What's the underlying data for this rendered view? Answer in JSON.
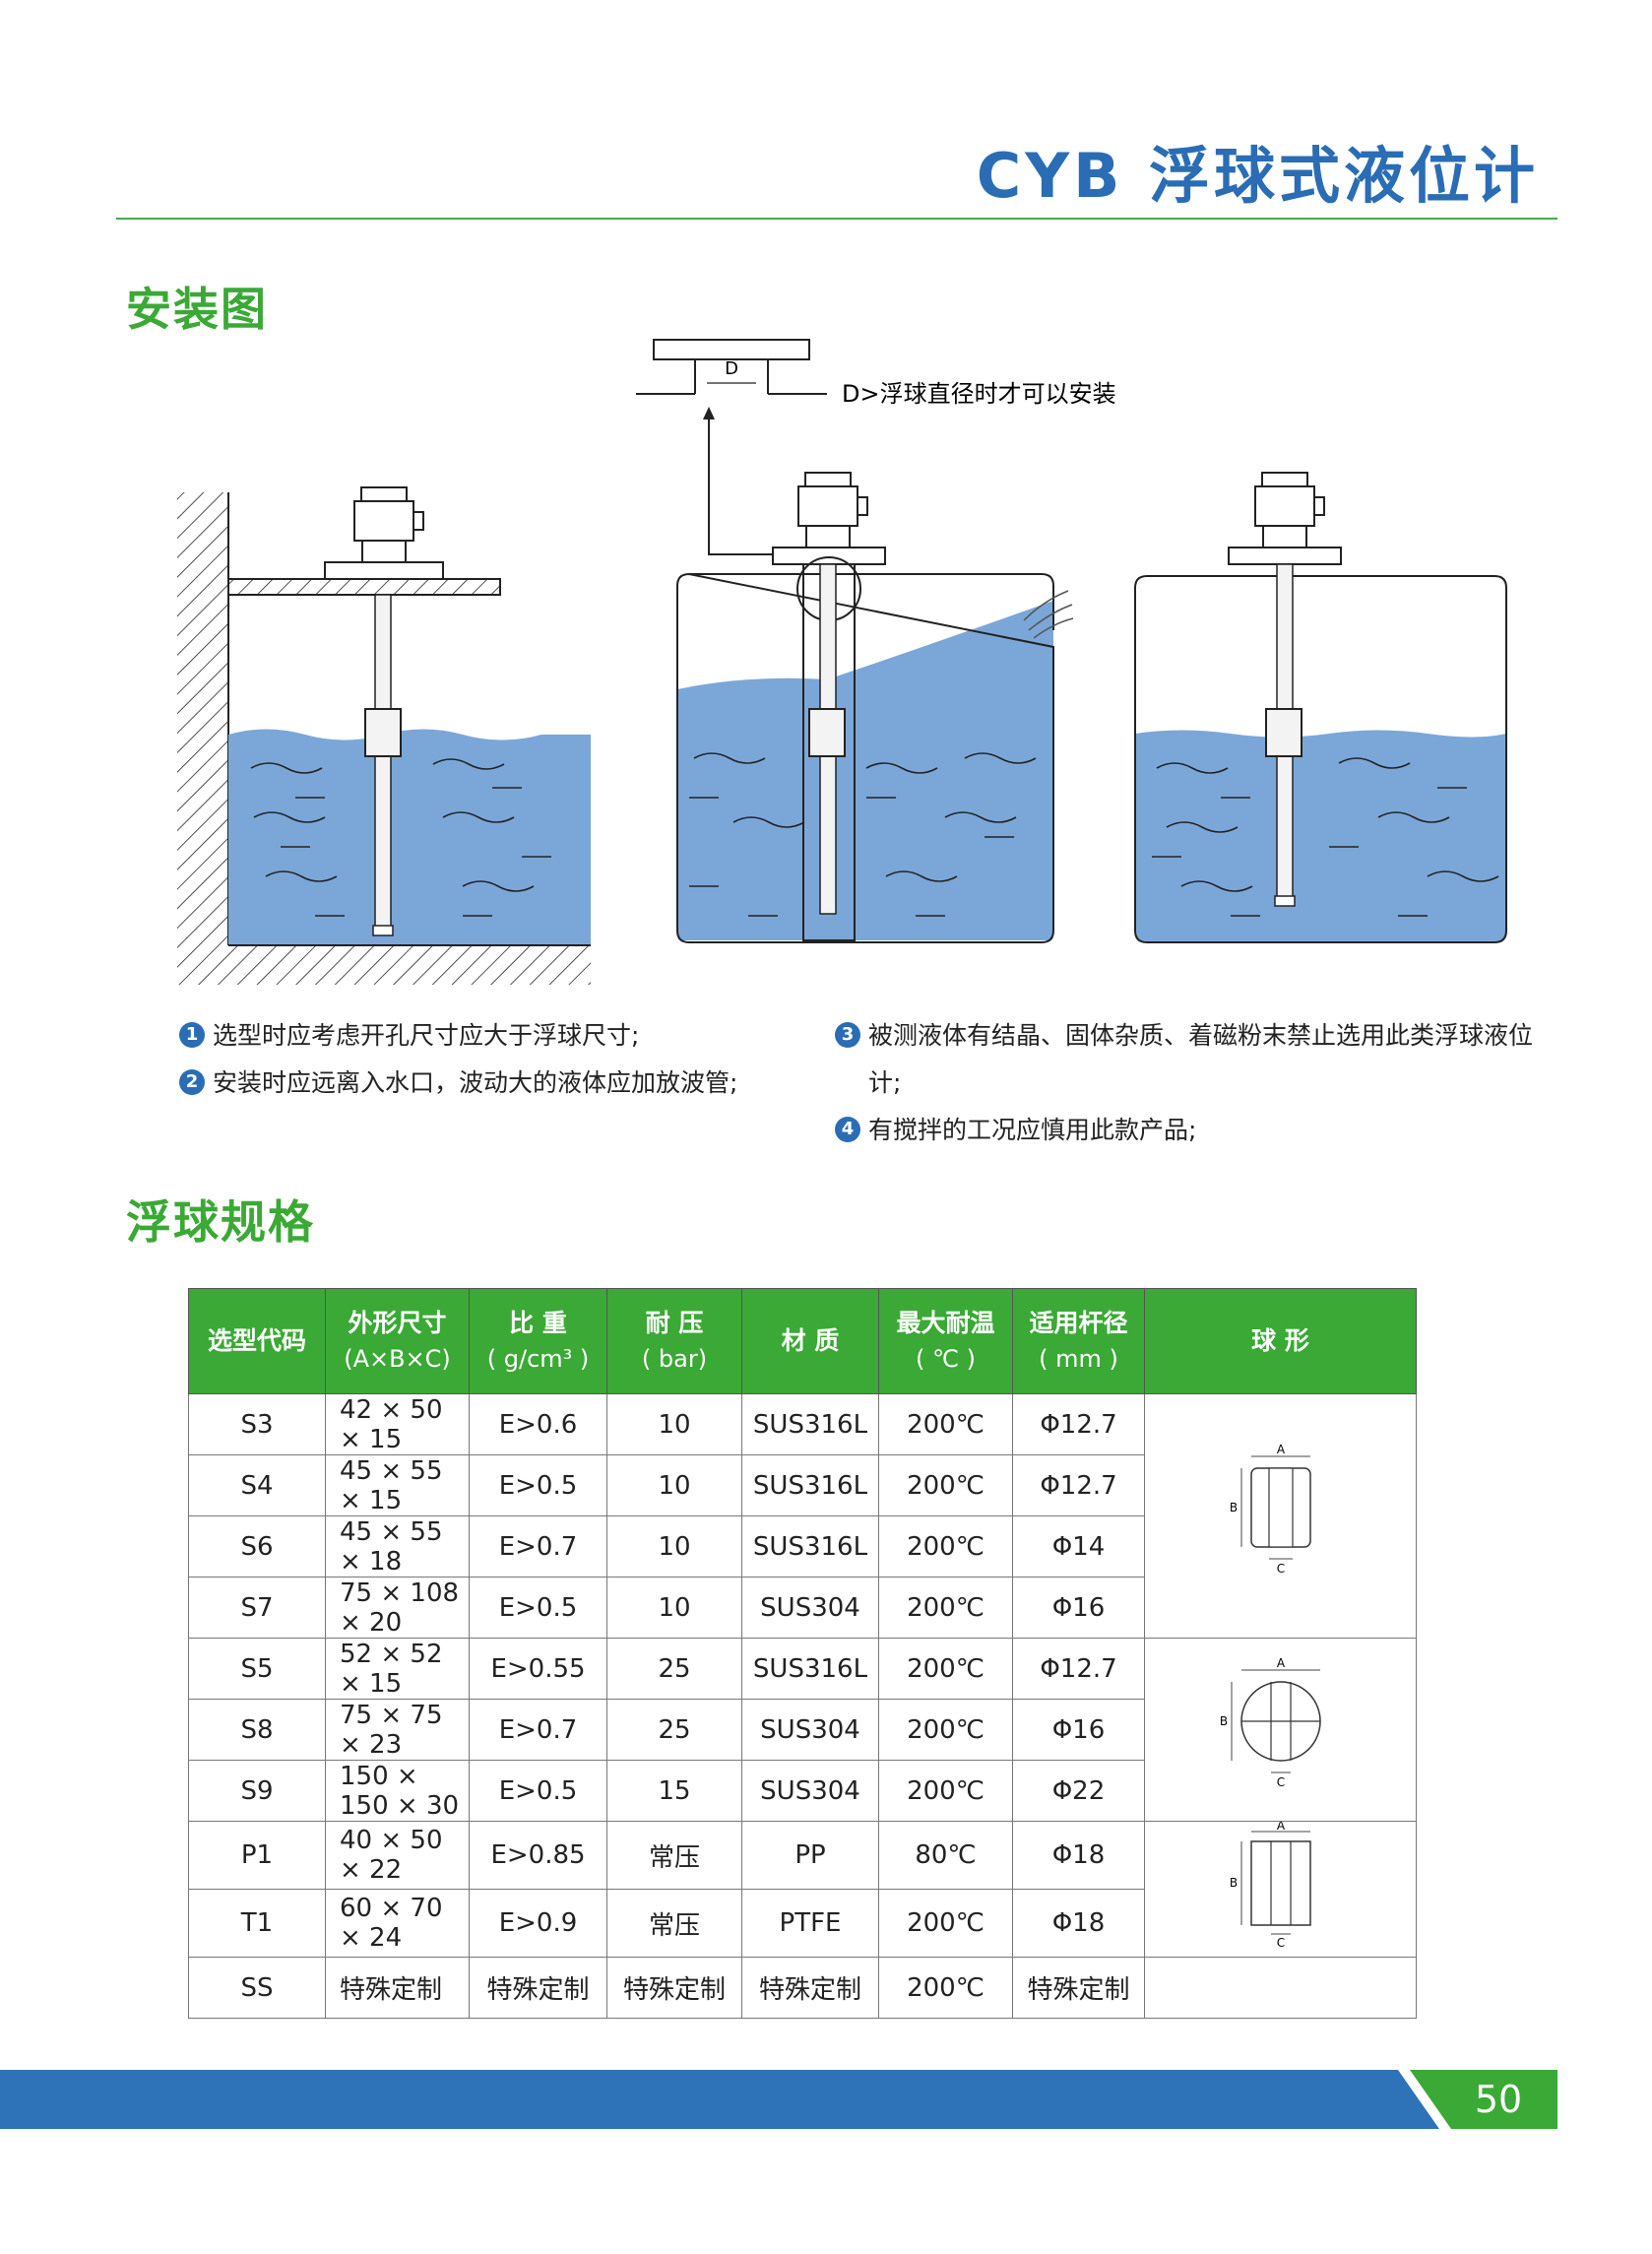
{
  "header": {
    "title": "CYB 浮球式液位计"
  },
  "sections": {
    "install": "安装图",
    "spec": "浮球规格"
  },
  "diagram": {
    "d_label": "D",
    "d_note": "D>浮球直径时才可以安装"
  },
  "notes": [
    {
      "num": "1",
      "text": "选型时应考虑开孔尺寸应大于浮球尺寸;"
    },
    {
      "num": "2",
      "text": "安装时应远离入水口，波动大的液体应加放波管;"
    },
    {
      "num": "3",
      "text": "被测液体有结晶、固体杂质、着磁粉末禁止选用此类浮球液位计;"
    },
    {
      "num": "4",
      "text": "有搅拌的工况应慎用此款产品;"
    }
  ],
  "table": {
    "headers": [
      {
        "main": "选型代码",
        "sub": ""
      },
      {
        "main": "外形尺寸",
        "sub": "(A×B×C)"
      },
      {
        "main": "比 重",
        "sub": "( g/cm³ )"
      },
      {
        "main": "耐 压",
        "sub": "( bar)"
      },
      {
        "main": "材 质",
        "sub": ""
      },
      {
        "main": "最大耐温",
        "sub": "( ℃ )"
      },
      {
        "main": "适用杆径",
        "sub": "( mm )"
      },
      {
        "main": "球 形",
        "sub": ""
      }
    ],
    "rows": [
      [
        "S3",
        "42 × 50 × 15",
        "E>0.6",
        "10",
        "SUS316L",
        "200℃",
        "Φ12.7"
      ],
      [
        "S4",
        "45 × 55 × 15",
        "E>0.5",
        "10",
        "SUS316L",
        "200℃",
        "Φ12.7"
      ],
      [
        "S6",
        "45 × 55 × 18",
        "E>0.7",
        "10",
        "SUS316L",
        "200℃",
        "Φ14"
      ],
      [
        "S7",
        "75 × 108 × 20",
        "E>0.5",
        "10",
        "SUS304",
        "200℃",
        "Φ16"
      ],
      [
        "S5",
        "52 × 52 × 15",
        "E>0.55",
        "25",
        "SUS316L",
        "200℃",
        "Φ12.7"
      ],
      [
        "S8",
        "75 × 75 × 23",
        "E>0.7",
        "25",
        "SUS304",
        "200℃",
        "Φ16"
      ],
      [
        "S9",
        "150 × 150 × 30",
        "E>0.5",
        "15",
        "SUS304",
        "200℃",
        "Φ22"
      ],
      [
        "P1",
        "40 × 50 × 22",
        "E>0.85",
        "常压",
        "PP",
        "80℃",
        "Φ18"
      ],
      [
        "T1",
        "60 × 70 × 24",
        "E>0.9",
        "常压",
        "PTFE",
        "200℃",
        "Φ18"
      ],
      [
        "SS",
        "特殊定制",
        "特殊定制",
        "特殊定制",
        "特殊定制",
        "200℃",
        "特殊定制"
      ]
    ],
    "shape_labels": {
      "a": "A",
      "b": "B",
      "c": "C"
    }
  },
  "footer": {
    "page_number": "50"
  }
}
